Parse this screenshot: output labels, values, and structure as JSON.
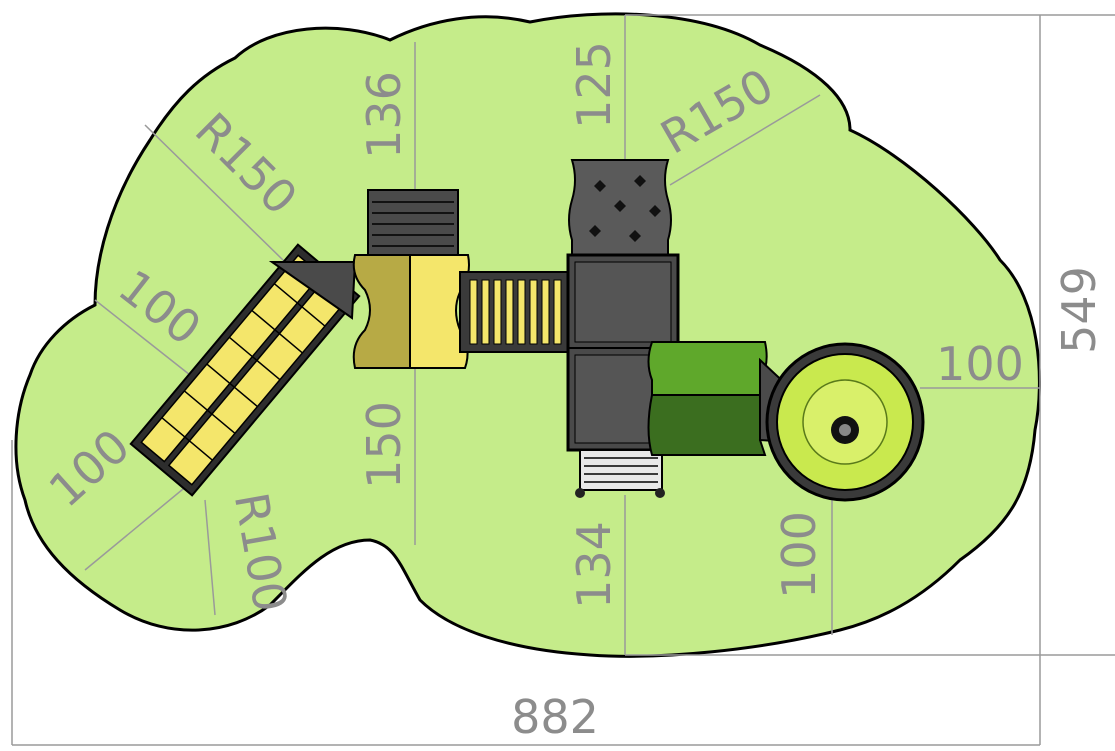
{
  "drawing": {
    "overall_width": "882",
    "overall_height": "549",
    "left_radius_top": "R150",
    "right_radius_top": "R150",
    "bottom_radius": "R100",
    "left_offset_upper": "100",
    "left_offset_lower": "100",
    "top_offset_left": "136",
    "top_offset_right": "125",
    "center_offset": "150",
    "bottom_offset_mid": "134",
    "right_offset": "100",
    "bottom_offset_right": "100"
  },
  "colors": {
    "safety_zone": "#c5ec8a",
    "outline": "#000000",
    "dimension_lines": "#9a9a9a",
    "dimension_text": "#8c8c8c",
    "deck_dark": "#4a4a4a",
    "yellow_panel": "#f4e66b",
    "olive_panel": "#b7aa45",
    "green_panel": "#5fa82b",
    "dark_green_panel": "#3b6e1f",
    "slide_cone": "#c9e94e"
  },
  "components": [
    "safety-zone",
    "slide",
    "tower-deck",
    "crawl-tunnel",
    "climbing-wall",
    "ladder",
    "spiral-slide"
  ]
}
